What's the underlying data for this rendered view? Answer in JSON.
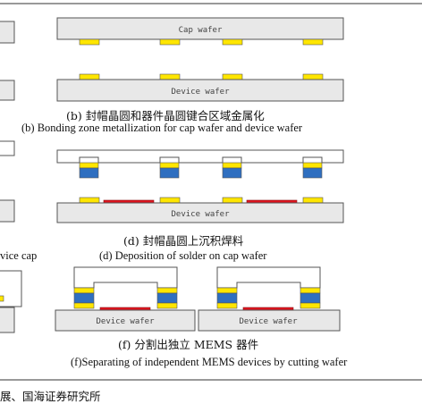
{
  "top_cut_text": "",
  "wafer_labels": {
    "cap_b": "Cap wafer",
    "device_b": "Device wafer",
    "device_d": "Device wafer",
    "device_f_left": "Device wafer",
    "device_f_right": "Device wafer"
  },
  "captions": {
    "b_cn": "(b) 封帽晶圆和器件晶圆键合区域金属化",
    "b_en": "(b) Bonding zone metallization for cap wafer and device wafer",
    "left_partial_en": "vice cap",
    "d_cn": "(d) 封帽晶圆上沉积焊料",
    "d_en": "(d) Deposition of solder on cap wafer",
    "f_cn": "(f) 分割出独立 MEMS 器件",
    "f_en": "(f)Separating of independent MEMS devices by cutting wafer"
  },
  "source": "展、国海证券研究所",
  "colors": {
    "wafer_fill": "#e8e8e8",
    "wafer_stroke": "#555555",
    "metal_yellow": "#ffe600",
    "solder_blue": "#2f6fc0",
    "red_bar": "#e0141e",
    "label_text": "#444444"
  }
}
